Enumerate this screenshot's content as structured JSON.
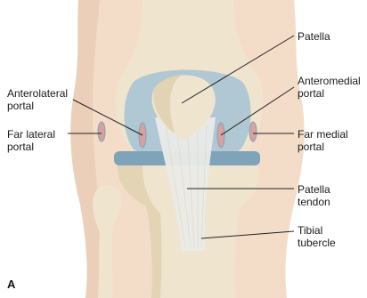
{
  "panel_letter": "A",
  "labels": {
    "patella": "Patella",
    "anterolateral_portal": [
      "Anterolateral",
      "portal"
    ],
    "anteromedial_portal": [
      "Anteromedial",
      "portal"
    ],
    "far_lateral_portal": [
      "Far lateral",
      "portal"
    ],
    "far_medial_portal": [
      "Far medial",
      "portal"
    ],
    "patella_tendon": [
      "Patella",
      "tendon"
    ],
    "tibial_tubercle": [
      "Tibial",
      "tubercle"
    ]
  },
  "colors": {
    "skin": "#f3ddc9",
    "skin_shadow": "#e8c7ad",
    "bone": "#efe5cf",
    "bone_shadow": "#d9c7a2",
    "capsule": "#a9c4d3",
    "capsule_dark": "#7fa3b8",
    "tendon": "#e9ebe8",
    "portal": "#d9a0a0",
    "leader": "#222222"
  }
}
